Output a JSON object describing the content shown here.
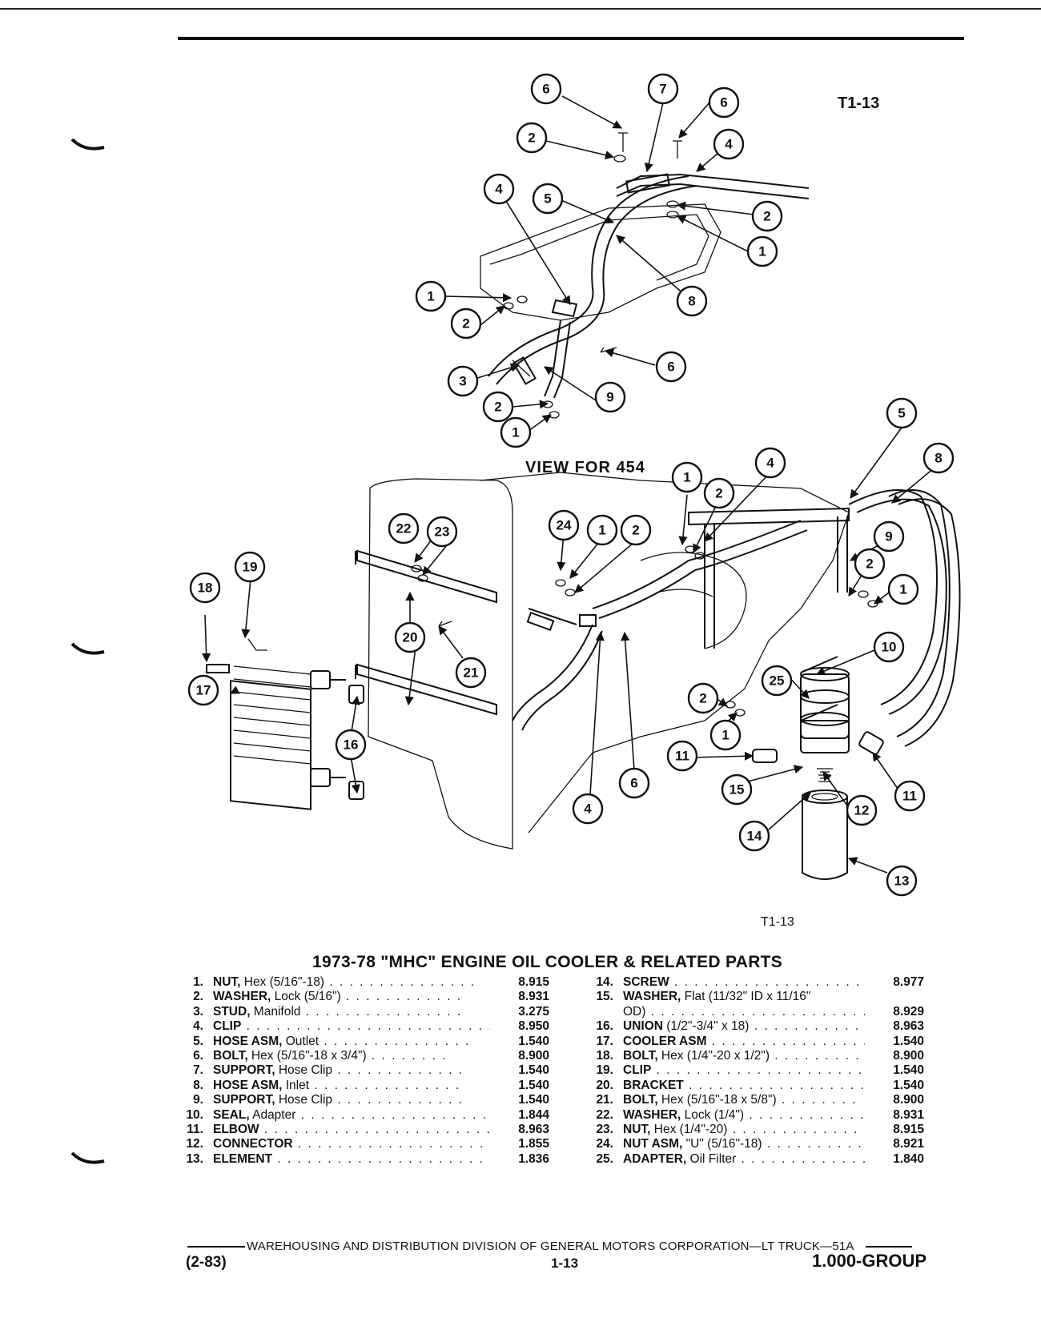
{
  "figure": {
    "id_top": "T1-13",
    "id_bottom": "T1-13",
    "view_label": "VIEW FOR 454",
    "callouts_top": [
      "6",
      "7",
      "6",
      "2",
      "4",
      "4",
      "5",
      "2",
      "1",
      "8",
      "1",
      "2",
      "3",
      "6",
      "9",
      "2",
      "1"
    ],
    "callouts_main": [
      "5",
      "8",
      "4",
      "1",
      "2",
      "24",
      "1",
      "2",
      "22",
      "23",
      "19",
      "18",
      "9",
      "2",
      "1",
      "20",
      "21",
      "10",
      "25",
      "2",
      "1",
      "17",
      "16",
      "11",
      "6",
      "15",
      "12",
      "11",
      "4",
      "14",
      "13"
    ]
  },
  "title": "1973-78 \"MHC\" ENGINE OIL COOLER & RELATED PARTS",
  "parts_left": [
    {
      "num": "1.",
      "name": "NUT,",
      "detail": " Hex (5/16\"-18)",
      "dots": " . . . . . . . . . . . . . . .",
      "group": "8.915"
    },
    {
      "num": "2.",
      "name": "WASHER,",
      "detail": " Lock (5/16\")",
      "dots": " . . . . . . . . . . . .",
      "group": "8.931"
    },
    {
      "num": "3.",
      "name": "STUD,",
      "detail": " Manifold",
      "dots": " . . . . . . . . . . . . . . . .",
      "group": "3.275"
    },
    {
      "num": "4.",
      "name": "CLIP",
      "detail": "",
      "dots": " . . . . . . . . . . . . . . . . . . . . . . . . . .",
      "group": "8.950"
    },
    {
      "num": "5.",
      "name": "HOSE ASM,",
      "detail": " Outlet",
      "dots": " . . . . . . . . . . . . . . .",
      "group": "1.540"
    },
    {
      "num": "6.",
      "name": "BOLT,",
      "detail": " Hex (5/16\"-18 x 3/4\")",
      "dots": " . . . . . . . .",
      "group": "8.900"
    },
    {
      "num": "7.",
      "name": "SUPPORT,",
      "detail": " Hose Clip",
      "dots": " . . . . . . . . . . . . .",
      "group": "1.540"
    },
    {
      "num": "8.",
      "name": "HOSE ASM,",
      "detail": " Inlet",
      "dots": " . . . . . . . . . . . . . . .",
      "group": "1.540"
    },
    {
      "num": "9.",
      "name": "SUPPORT,",
      "detail": " Hose Clip",
      "dots": " . . . . . . . . . . . . .",
      "group": "1.540"
    },
    {
      "num": "10.",
      "name": "SEAL,",
      "detail": " Adapter",
      "dots": " . . . . . . . . . . . . . . . . . . .",
      "group": "1.844"
    },
    {
      "num": "11.",
      "name": "ELBOW",
      "detail": "",
      "dots": " . . . . . . . . . . . . . . . . . . . . . . . .",
      "group": "8.963"
    },
    {
      "num": "12.",
      "name": "CONNECTOR",
      "detail": "",
      "dots": " . . . . . . . . . . . . . . . . . . .",
      "group": "1.855"
    },
    {
      "num": "13.",
      "name": "ELEMENT",
      "detail": "",
      "dots": " . . . . . . . . . . . . . . . . . . . . . .",
      "group": "1.836"
    }
  ],
  "parts_right": [
    {
      "num": "14.",
      "name": "SCREW",
      "detail": "",
      "dots": " . . . . . . . . . . . . . . . . . . . . . . . . .",
      "group": "8.977"
    },
    {
      "num": "15.",
      "name": "WASHER,",
      "detail": " Flat (11/32\" ID x 11/16\"",
      "dots": "",
      "group": ""
    },
    {
      "num": "",
      "name": "",
      "detail": "OD)",
      "dots": " . . . . . . . . . . . . . . . . . . . . . . . . . .",
      "group": "8.929"
    },
    {
      "num": "16.",
      "name": "UNION",
      "detail": " (1/2\"-3/4\" x 18)",
      "dots": " . . . . . . . . . . .",
      "group": "8.963"
    },
    {
      "num": "17.",
      "name": "COOLER ASM",
      "detail": "",
      "dots": " . . . . . . . . . . . . . . . . . .",
      "group": "1.540"
    },
    {
      "num": "18.",
      "name": "BOLT,",
      "detail": " Hex (1/4\"-20 x 1/2\")",
      "dots": " . . . . . . . . . .",
      "group": "8.900"
    },
    {
      "num": "19.",
      "name": "CLIP",
      "detail": "",
      "dots": " . . . . . . . . . . . . . . . . . . . . . . . . . .",
      "group": "1.540"
    },
    {
      "num": "20.",
      "name": "BRACKET",
      "detail": "",
      "dots": " . . . . . . . . . . . . . . . . . . . . . .",
      "group": "1.540"
    },
    {
      "num": "21.",
      "name": "BOLT,",
      "detail": " Hex (5/16\"-18 x 5/8\")",
      "dots": " . . . . . . . .",
      "group": "8.900"
    },
    {
      "num": "22.",
      "name": "WASHER,",
      "detail": " Lock (1/4\")",
      "dots": " . . . . . . . . . . . .",
      "group": "8.931"
    },
    {
      "num": "23.",
      "name": "NUT,",
      "detail": " Hex (1/4\"-20)",
      "dots": " . . . . . . . . . . . . . . . .",
      "group": "8.915"
    },
    {
      "num": "24.",
      "name": "NUT ASM,",
      "detail": " \"U\" (5/16\"-18)",
      "dots": " . . . . . . . . . .",
      "group": "8.921"
    },
    {
      "num": "25.",
      "name": "ADAPTER,",
      "detail": " Oil Filter",
      "dots": " . . . . . . . . . . . . . . .",
      "group": "1.840"
    }
  ],
  "footer": {
    "line": "WAREHOUSING AND DISTRIBUTION  DIVISION OF GENERAL MOTORS CORPORATION—LT TRUCK—51A",
    "date": "(2-83)",
    "page": "1-13",
    "group": "1.000-GROUP"
  }
}
